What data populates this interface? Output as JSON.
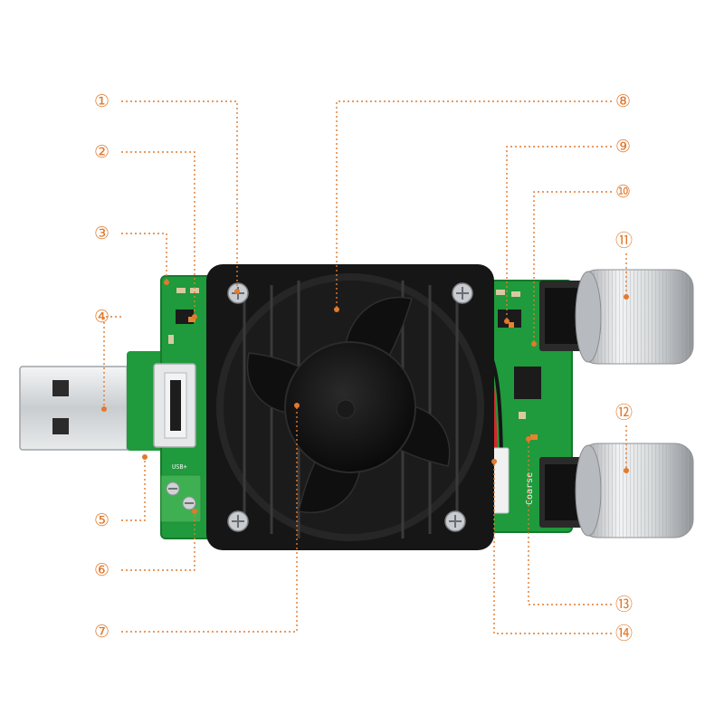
{
  "colors": {
    "callout": "#e07a2e",
    "pcb": "#1f9a3c",
    "pcb_dark": "#157a2c",
    "fan": "#161616",
    "metal": "#cfd3d6"
  },
  "board_labels": {
    "usb_plus": "USB+",
    "coarse": "Coarse"
  },
  "callouts": [
    {
      "label": "①",
      "part": "fan-screw-top-left"
    },
    {
      "label": "②",
      "part": "status-led"
    },
    {
      "label": "③",
      "part": "input-pcb-tab"
    },
    {
      "label": "④",
      "part": "usb-a-male-plug"
    },
    {
      "label": "⑤",
      "part": "board-edge"
    },
    {
      "label": "⑥",
      "part": "screw-terminal"
    },
    {
      "label": "⑦",
      "part": "cooling-fan"
    },
    {
      "label": "⑧",
      "part": "fan-blade"
    },
    {
      "label": "⑨",
      "part": "control-chip"
    },
    {
      "label": "⑩",
      "part": "fine-potentiometer"
    },
    {
      "label": "⑪",
      "part": "fine-adjust-knob"
    },
    {
      "label": "⑫",
      "part": "coarse-adjust-knob"
    },
    {
      "label": "⑬",
      "part": "coarse-potentiometer"
    },
    {
      "label": "⑭",
      "part": "fan-power-connector"
    }
  ]
}
